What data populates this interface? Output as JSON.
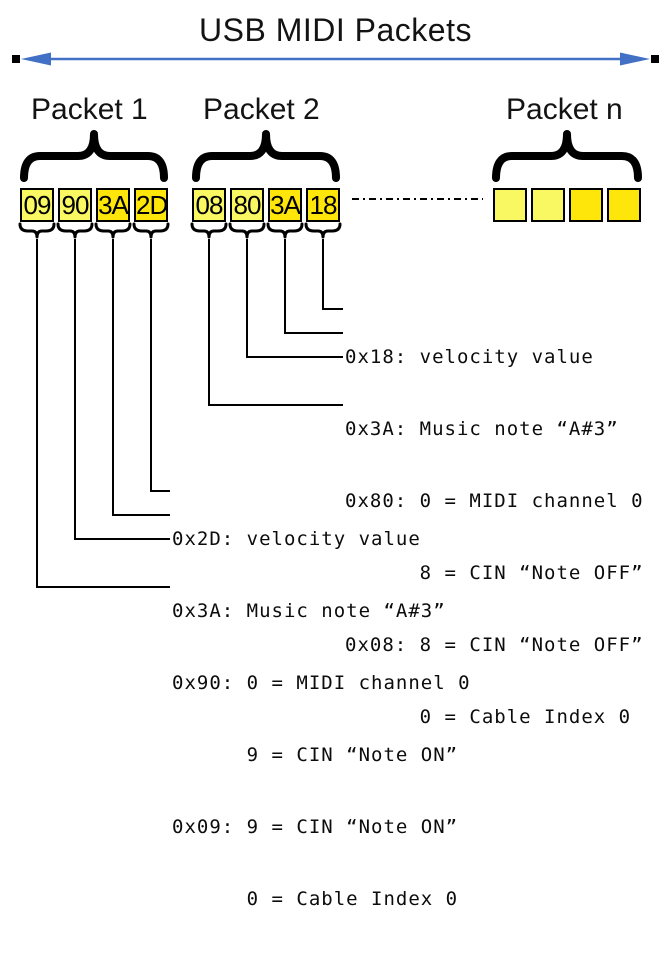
{
  "title": "USB MIDI Packets",
  "packets": [
    {
      "label": "Packet 1",
      "bytes": [
        "09",
        "90",
        "3A",
        "2D"
      ]
    },
    {
      "label": "Packet 2",
      "bytes": [
        "08",
        "80",
        "3A",
        "18"
      ]
    },
    {
      "label": "Packet n",
      "bytes": [
        "",
        "",
        "",
        ""
      ]
    }
  ],
  "annotations": {
    "packet2": [
      "0x18: velocity value",
      "0x3A: Music note “A#3”",
      "0x80: 0 = MIDI channel 0",
      "      8 = CIN “Note OFF”",
      "0x08: 8 = CIN “Note OFF”",
      "      0 = Cable Index 0"
    ],
    "packet1": [
      "0x2D: velocity value",
      "0x3A: Music note “A#3”",
      "0x90: 0 = MIDI channel 0",
      "      9 = CIN “Note ON”",
      "0x09: 9 = CIN “Note ON”",
      "      0 = Cable Index 0"
    ]
  },
  "colors": {
    "arrow_blue": "#4170c4",
    "byte_pale_yellow": "#f9f762",
    "byte_vivid_yellow": "#ffe60a",
    "line_black": "#000000"
  }
}
